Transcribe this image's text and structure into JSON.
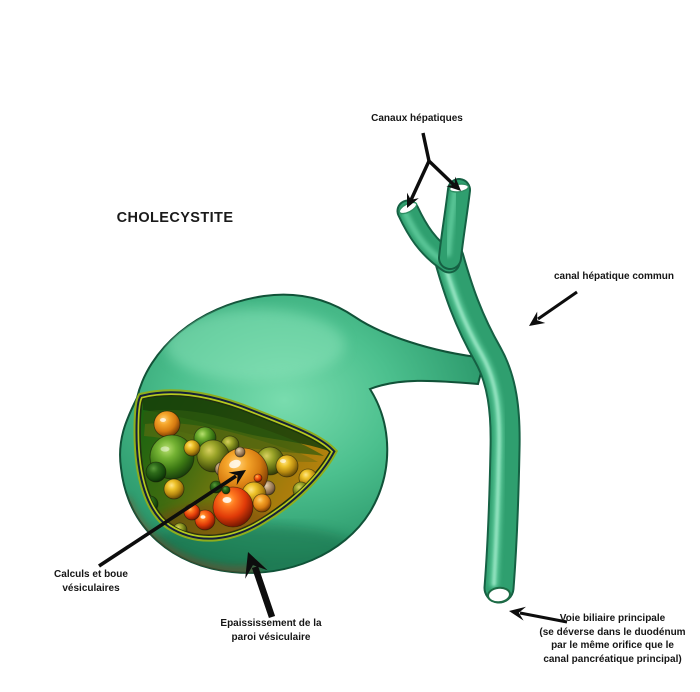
{
  "title": "CHOLECYSTITE",
  "labels": {
    "hepatic_ducts": "Canaux hépatiques",
    "common_hepatic_duct": "canal hépatique commun",
    "gallstones_line1": "Calculs et boue",
    "gallstones_line2": "vésiculaires",
    "wall_line1": "Epaississement de la",
    "wall_line2": "paroi vésiculaire",
    "bile_duct_line1": "Voie biliaire principale",
    "bile_duct_line2": "(se déverse dans le duodénum",
    "bile_duct_line3": "par le même orifice que le",
    "bile_duct_line4": "canal pancréatique principal)"
  },
  "colors": {
    "background": "#ffffff",
    "text": "#151515",
    "organ_green_light": "#76d9ac",
    "organ_green_mid": "#2f9f6f",
    "organ_green_dark": "#1b6f4c",
    "wall_band_yellow": "#b6c91f",
    "wall_band_dark": "#14203c",
    "window_interior_green": "#1d6410",
    "window_interior_gold": "#b8860e",
    "stone_orange": "#e8941a",
    "stone_gold": "#d9a91c",
    "stone_green": "#4c8f1f",
    "stone_red": "#e04a10",
    "inflammation_red": "#a03318",
    "arrow_black": "#0d0d0d"
  }
}
